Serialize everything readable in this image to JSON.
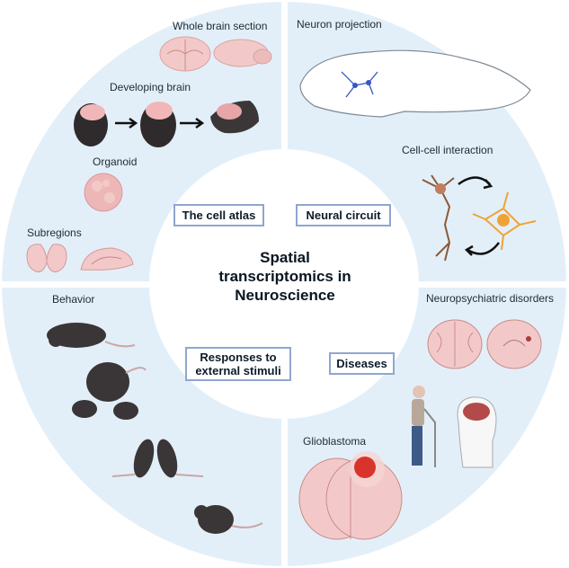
{
  "center_title": [
    "Spatial",
    "transcriptomics in",
    "Neuroscience"
  ],
  "quadrants": {
    "top_left": {
      "category": "The cell atlas",
      "items": [
        "Whole brain section",
        "Developing brain",
        "Organoid",
        "Subregions"
      ]
    },
    "top_right": {
      "category": "Neural circuit",
      "items": [
        "Neuron projection",
        "Cell-cell interaction"
      ]
    },
    "bottom_left": {
      "category_lines": [
        "Responses to",
        "external stimuli"
      ],
      "items": [
        "Behavior"
      ]
    },
    "bottom_right": {
      "category": "Diseases",
      "items": [
        "Neuropsychiatric disorders",
        "Glioblastoma"
      ]
    }
  },
  "colors": {
    "ring": "#e3eff8",
    "box_border": "#8fa6cf",
    "brain_pink": "#f2c9c8",
    "mouse_dark": "#3a3536",
    "tumor": "#d9342b"
  }
}
